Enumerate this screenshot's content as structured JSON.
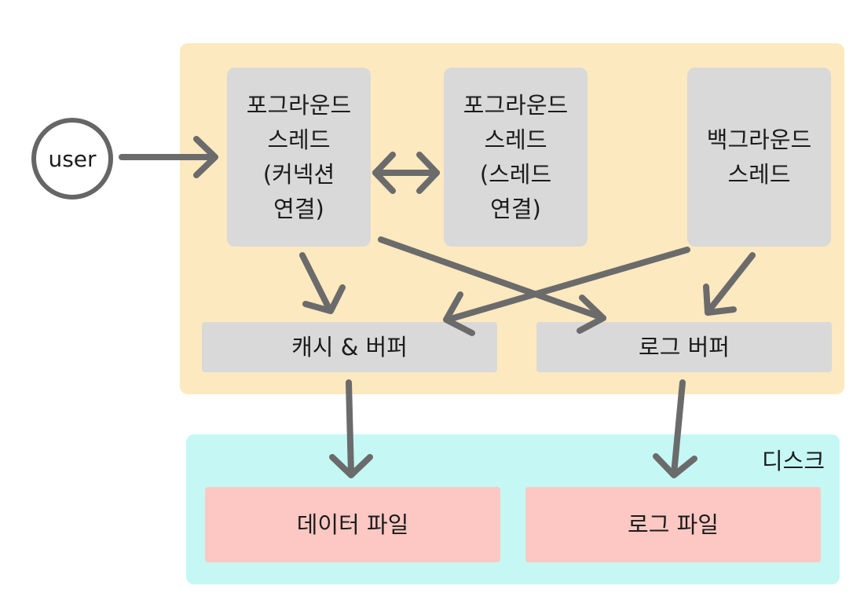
{
  "user": {
    "label": "user"
  },
  "memory": {
    "threads": [
      {
        "id": "fg-thread-1",
        "label": "포그라운드\n스레드\n(커넥션\n연결)"
      },
      {
        "id": "fg-thread-2",
        "label": "포그라운드\n스레드\n(스레드\n연결)"
      },
      {
        "id": "bg-thread",
        "label": "백그라운드\n스레드"
      }
    ],
    "buffers": {
      "cache": "캐시 & 버퍼",
      "log": "로그 버퍼"
    }
  },
  "disk": {
    "label": "디스크",
    "files": {
      "data": "데이터 파일",
      "log": "로그 파일"
    }
  },
  "colors": {
    "memory_region": "#fde9bf",
    "disk_region": "#c5f8f4",
    "node": "#d9d9d9",
    "file": "#fdc8c3",
    "arrow": "#6b6b6b"
  }
}
